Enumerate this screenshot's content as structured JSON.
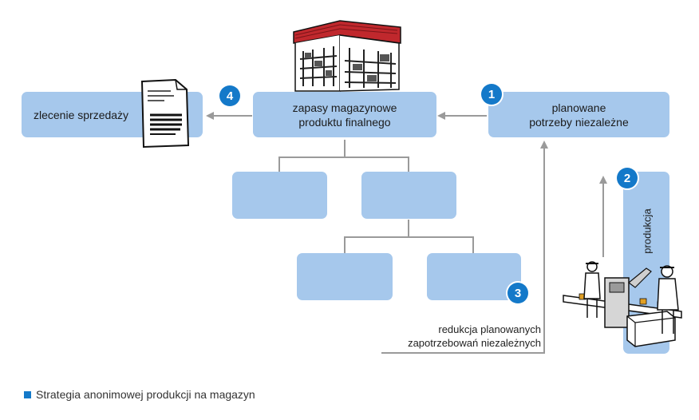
{
  "nodes": {
    "sales_order": "zlecenie sprzedaży",
    "stock_line1": "zapasy magazynowe",
    "stock_line2": "produktu finalnego",
    "planned_line1": "planowane",
    "planned_line2": "potrzeby niezależne",
    "production": "produkcja"
  },
  "badges": {
    "b1": "1",
    "b2": "2",
    "b3": "3",
    "b4": "4"
  },
  "annotation": {
    "line1": "redukcja planowanych",
    "line2": "zapotrzebowań niezależnych"
  },
  "caption": "Strategia anonimowej produkcji na magazyn",
  "colors": {
    "box": "#a6c8ec",
    "badge": "#1479c9",
    "connector": "#9a9a9a",
    "roof": "#c0282d"
  }
}
